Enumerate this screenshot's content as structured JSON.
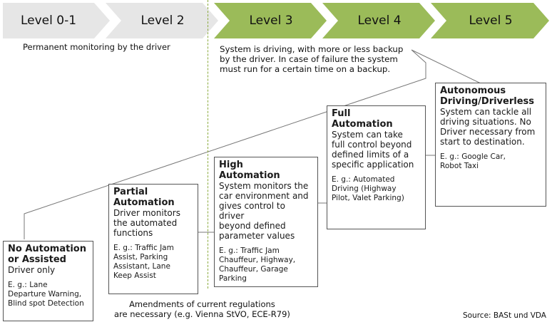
{
  "levels": [
    {
      "label": "Level 0-1",
      "color": "#e6e6e6"
    },
    {
      "label": "Level 2",
      "color": "#e6e6e6"
    },
    {
      "label": "Level 3",
      "color": "#9bbb59"
    },
    {
      "label": "Level 4",
      "color": "#9bbb59"
    },
    {
      "label": "Level 5",
      "color": "#9bbb59"
    }
  ],
  "notes": {
    "driver_monitoring": "Permanent monitoring by the driver",
    "system_driving": "System is driving, with more or less backup\nby the driver. In case of failure the system\nmust run for a certain time on a backup.",
    "amendments": "Amendments of current regulations\nare necessary (e.g. Vienna StVO, ECE-R79)"
  },
  "boxes": [
    {
      "title": "No Automation\nor Assisted",
      "desc": "Driver only",
      "example": "E. g.: Lane\nDeparture Warning,\nBlind spot Detection"
    },
    {
      "title": "Partial\nAutomation",
      "desc": "Driver monitors\nthe automated\nfunctions",
      "example": "E. g.: Traffic Jam\nAssist, Parking\nAssistant, Lane\nKeep Assist"
    },
    {
      "title": "High\nAutomation",
      "desc": "System monitors the\ncar environment and\ngives control to driver\nbeyond defined\nparameter values",
      "example": "E. g.: Traffic Jam\nChauffeur, Highway,\nChauffeur, Garage\nParking"
    },
    {
      "title": "Full\nAutomation",
      "desc": "System can take\nfull control beyond\ndefined limits of a\nspecific application",
      "example": "E. g.: Automated\nDriving (Highway\nPilot, Valet Parking)"
    },
    {
      "title": "Autonomous\nDriving/Driverless",
      "desc": "System can tackle all\ndriving situations. No\nDriver necessary from\nstart to destination.",
      "example": "E. g.: Google Car,\nRobot Taxi"
    }
  ],
  "source": "Source: BASt und VDA",
  "colors": {
    "grey": "#e6e6e6",
    "green": "#9bbb59",
    "divider": "#8aaa3c"
  }
}
